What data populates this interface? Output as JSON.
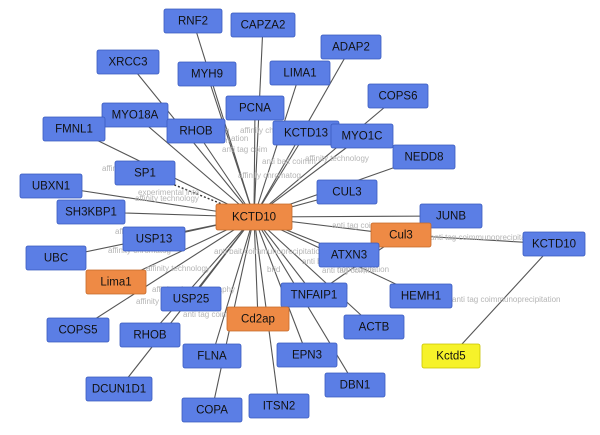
{
  "colors": {
    "node_default": "#5b7ee5",
    "node_highlight": "#ee8a45",
    "node_target": "#f6f22a",
    "edge": "#555555",
    "edge_label": "#b5b5b5"
  },
  "nodes": [
    {
      "id": "RNF2",
      "label": "RNF2",
      "type": "default"
    },
    {
      "id": "CAPZA2",
      "label": "CAPZA2",
      "type": "default"
    },
    {
      "id": "XRCC3",
      "label": "XRCC3",
      "type": "default"
    },
    {
      "id": "ADAP2",
      "label": "ADAP2",
      "type": "default"
    },
    {
      "id": "MYH9",
      "label": "MYH9",
      "type": "default"
    },
    {
      "id": "LIMA1",
      "label": "LIMA1",
      "type": "default"
    },
    {
      "id": "COPS6",
      "label": "COPS6",
      "type": "default"
    },
    {
      "id": "MYO18A",
      "label": "MYO18A",
      "type": "default"
    },
    {
      "id": "PCNA",
      "label": "PCNA",
      "type": "default"
    },
    {
      "id": "FMNL1",
      "label": "FMNL1",
      "type": "default"
    },
    {
      "id": "RHOB_top",
      "label": "RHOB",
      "type": "default"
    },
    {
      "id": "KCTD13",
      "label": "KCTD13",
      "type": "default"
    },
    {
      "id": "MYO1C",
      "label": "MYO1C",
      "type": "default"
    },
    {
      "id": "NEDD8",
      "label": "NEDD8",
      "type": "default"
    },
    {
      "id": "SP1",
      "label": "SP1",
      "type": "default"
    },
    {
      "id": "UBXN1",
      "label": "UBXN1",
      "type": "default"
    },
    {
      "id": "CUL3",
      "label": "CUL3",
      "type": "default"
    },
    {
      "id": "KCTD10_hub",
      "label": "KCTD10",
      "type": "highlight"
    },
    {
      "id": "JUNB",
      "label": "JUNB",
      "type": "default"
    },
    {
      "id": "SH3KBP1",
      "label": "SH3KBP1",
      "type": "default"
    },
    {
      "id": "Cul3",
      "label": "Cul3",
      "type": "highlight"
    },
    {
      "id": "KCTD10_right",
      "label": "KCTD10",
      "type": "default"
    },
    {
      "id": "USP13",
      "label": "USP13",
      "type": "default"
    },
    {
      "id": "UBC",
      "label": "UBC",
      "type": "default"
    },
    {
      "id": "ATXN3",
      "label": "ATXN3",
      "type": "default"
    },
    {
      "id": "Lima1",
      "label": "Lima1",
      "type": "highlight"
    },
    {
      "id": "TNFAIP1",
      "label": "TNFAIP1",
      "type": "default"
    },
    {
      "id": "HEMH1",
      "label": "HEMH1",
      "type": "default"
    },
    {
      "id": "USP25",
      "label": "USP25",
      "type": "default"
    },
    {
      "id": "COPS5",
      "label": "COPS5",
      "type": "default"
    },
    {
      "id": "Cd2ap",
      "label": "Cd2ap",
      "type": "highlight"
    },
    {
      "id": "ACTB",
      "label": "ACTB",
      "type": "default"
    },
    {
      "id": "RHOB_bottom",
      "label": "RHOB",
      "type": "default"
    },
    {
      "id": "Kctd5",
      "label": "Kctd5",
      "type": "target"
    },
    {
      "id": "FLNA",
      "label": "FLNA",
      "type": "default"
    },
    {
      "id": "EPN3",
      "label": "EPN3",
      "type": "default"
    },
    {
      "id": "DCUN1D1",
      "label": "DCUN1D1",
      "type": "default"
    },
    {
      "id": "DBN1",
      "label": "DBN1",
      "type": "default"
    },
    {
      "id": "COPA",
      "label": "COPA",
      "type": "default"
    },
    {
      "id": "ITSN2",
      "label": "ITSN2",
      "type": "default"
    }
  ],
  "edges": [
    {
      "from": "KCTD10_hub",
      "to": "RNF2"
    },
    {
      "from": "KCTD10_hub",
      "to": "CAPZA2"
    },
    {
      "from": "KCTD10_hub",
      "to": "XRCC3"
    },
    {
      "from": "KCTD10_hub",
      "to": "ADAP2"
    },
    {
      "from": "KCTD10_hub",
      "to": "MYH9"
    },
    {
      "from": "KCTD10_hub",
      "to": "LIMA1"
    },
    {
      "from": "KCTD10_hub",
      "to": "COPS6"
    },
    {
      "from": "KCTD10_hub",
      "to": "MYO18A"
    },
    {
      "from": "KCTD10_hub",
      "to": "PCNA"
    },
    {
      "from": "KCTD10_hub",
      "to": "FMNL1"
    },
    {
      "from": "KCTD10_hub",
      "to": "RHOB_top"
    },
    {
      "from": "KCTD10_hub",
      "to": "KCTD13"
    },
    {
      "from": "KCTD10_hub",
      "to": "MYO1C"
    },
    {
      "from": "KCTD10_hub",
      "to": "NEDD8"
    },
    {
      "from": "KCTD10_hub",
      "to": "SP1",
      "style": "dotted"
    },
    {
      "from": "KCTD10_hub",
      "to": "UBXN1"
    },
    {
      "from": "KCTD10_hub",
      "to": "CUL3"
    },
    {
      "from": "KCTD10_hub",
      "to": "JUNB"
    },
    {
      "from": "KCTD10_hub",
      "to": "SH3KBP1"
    },
    {
      "from": "KCTD10_hub",
      "to": "Cul3"
    },
    {
      "from": "KCTD10_hub",
      "to": "USP13"
    },
    {
      "from": "KCTD10_hub",
      "to": "UBC"
    },
    {
      "from": "KCTD10_hub",
      "to": "ATXN3"
    },
    {
      "from": "KCTD10_hub",
      "to": "Lima1"
    },
    {
      "from": "KCTD10_hub",
      "to": "TNFAIP1"
    },
    {
      "from": "KCTD10_hub",
      "to": "HEMH1"
    },
    {
      "from": "KCTD10_hub",
      "to": "USP25"
    },
    {
      "from": "KCTD10_hub",
      "to": "COPS5"
    },
    {
      "from": "KCTD10_hub",
      "to": "Cd2ap"
    },
    {
      "from": "KCTD10_hub",
      "to": "ACTB"
    },
    {
      "from": "KCTD10_hub",
      "to": "RHOB_bottom"
    },
    {
      "from": "KCTD10_hub",
      "to": "FLNA"
    },
    {
      "from": "KCTD10_hub",
      "to": "EPN3"
    },
    {
      "from": "KCTD10_hub",
      "to": "DCUN1D1"
    },
    {
      "from": "KCTD10_hub",
      "to": "DBN1"
    },
    {
      "from": "KCTD10_hub",
      "to": "COPA"
    },
    {
      "from": "KCTD10_hub",
      "to": "ITSN2"
    },
    {
      "from": "Cul3",
      "to": "KCTD10_right"
    },
    {
      "from": "Cul3",
      "to": "TNFAIP1"
    },
    {
      "from": "KCTD10_right",
      "to": "Kctd5"
    }
  ],
  "edge_labels": [
    {
      "id": "l1",
      "text": "affinity chrom"
    },
    {
      "id": "l2",
      "text": "anti bait coimm"
    },
    {
      "id": "l3",
      "text": "ation"
    },
    {
      "id": "l4",
      "text": "affinity chromatogr"
    },
    {
      "id": "l5",
      "text": "anti tag coim"
    },
    {
      "id": "l6",
      "text": "affinity technology"
    },
    {
      "id": "l7",
      "text": "anti bait coimm"
    },
    {
      "id": "l8",
      "text": "affinity chromatog"
    },
    {
      "id": "l9",
      "text": "experimental inte"
    },
    {
      "id": "l10",
      "text": "affinity technology"
    },
    {
      "id": "l11",
      "text": "ology"
    },
    {
      "id": "l12",
      "text": "affinity technology"
    },
    {
      "id": "l13",
      "text": "anti tag coim"
    },
    {
      "id": "l14",
      "text": "anti tag coimmunoprecipitation"
    },
    {
      "id": "l15",
      "text": "affinity chro"
    },
    {
      "id": "l16",
      "text": "anti bait coimm"
    },
    {
      "id": "l17",
      "text": "affinity chromatog"
    },
    {
      "id": "l18",
      "text": "anti tag coimm"
    },
    {
      "id": "l19",
      "text": "affinity technology"
    },
    {
      "id": "l20",
      "text": "noprecipitation"
    },
    {
      "id": "l21",
      "text": "anti tag coimm"
    },
    {
      "id": "l22",
      "text": "affinity chromatography"
    },
    {
      "id": "l23",
      "text": "anti tag coimmunoprecipitation"
    },
    {
      "id": "l24",
      "text": "affinity techn"
    },
    {
      "id": "l25",
      "text": "anti tag coim"
    },
    {
      "id": "l26",
      "text": "brid"
    },
    {
      "id": "l27",
      "text": "anti bait coimmunoprecipitation"
    }
  ]
}
